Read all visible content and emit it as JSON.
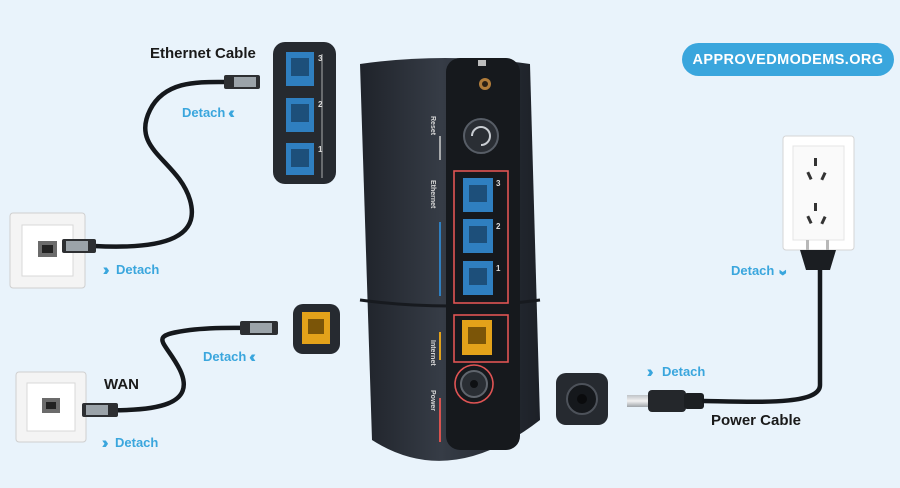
{
  "brand": "APPROVEDMODEMS.ORG",
  "labels": {
    "ethernet_cable": "Ethernet Cable",
    "wan": "WAN",
    "power_cable": "Power Cable"
  },
  "detach_label": "Detach",
  "router_labels": {
    "reset": "Reset",
    "ethernet": "Ethernet",
    "internet": "Internet",
    "power": "Power"
  },
  "port_numbers": [
    "3",
    "2",
    "1"
  ],
  "colors": {
    "background": "#e9f3fb",
    "accent": "#3aa6dd",
    "router_body": "#2a2f37",
    "ethernet_port": "#2f7fc0",
    "wan_port": "#e3a21a",
    "highlight": "#e05454"
  }
}
